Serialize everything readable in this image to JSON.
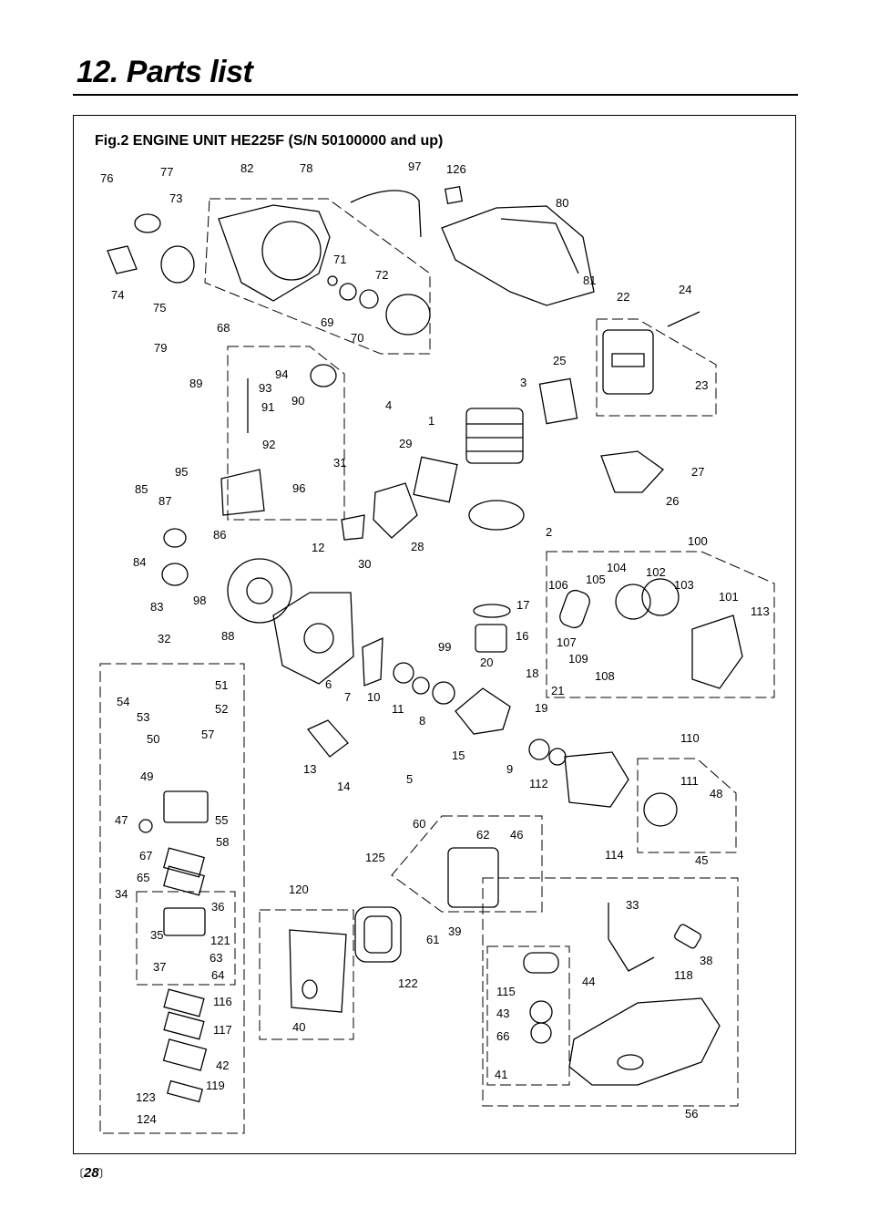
{
  "page_title": "12. Parts list",
  "figure_title": "Fig.2 ENGINE UNIT  HE225F (S/N 50100000 and up)",
  "page_number": "28",
  "labels": [
    "76",
    "77",
    "82",
    "78",
    "97",
    "126",
    "73",
    "80",
    "74",
    "71",
    "72",
    "75",
    "68",
    "81",
    "22",
    "24",
    "69",
    "70",
    "79",
    "89",
    "93",
    "94",
    "4",
    "25",
    "90",
    "3",
    "23",
    "91",
    "1",
    "92",
    "29",
    "95",
    "27",
    "31",
    "26",
    "96",
    "85",
    "87",
    "2",
    "28",
    "86",
    "30",
    "84",
    "12",
    "100",
    "104",
    "83",
    "98",
    "102",
    "106",
    "105",
    "103",
    "17",
    "101",
    "113",
    "88",
    "32",
    "16",
    "107",
    "109",
    "99",
    "20",
    "108",
    "51",
    "18",
    "54",
    "52",
    "6",
    "7",
    "10",
    "21",
    "53",
    "11",
    "19",
    "8",
    "57",
    "50",
    "110",
    "49",
    "13",
    "14",
    "15",
    "5",
    "9",
    "112",
    "111",
    "48",
    "55",
    "47",
    "58",
    "60",
    "62",
    "46",
    "67",
    "125",
    "114",
    "45",
    "65",
    "120",
    "33",
    "34",
    "36",
    "35",
    "121",
    "38",
    "63",
    "61",
    "39",
    "37",
    "64",
    "122",
    "118",
    "115",
    "44",
    "116",
    "43",
    "117",
    "66",
    "40",
    "42",
    "119",
    "41",
    "123",
    "56",
    "124"
  ],
  "colors": {
    "ink": "#000000",
    "paper": "#ffffff"
  }
}
